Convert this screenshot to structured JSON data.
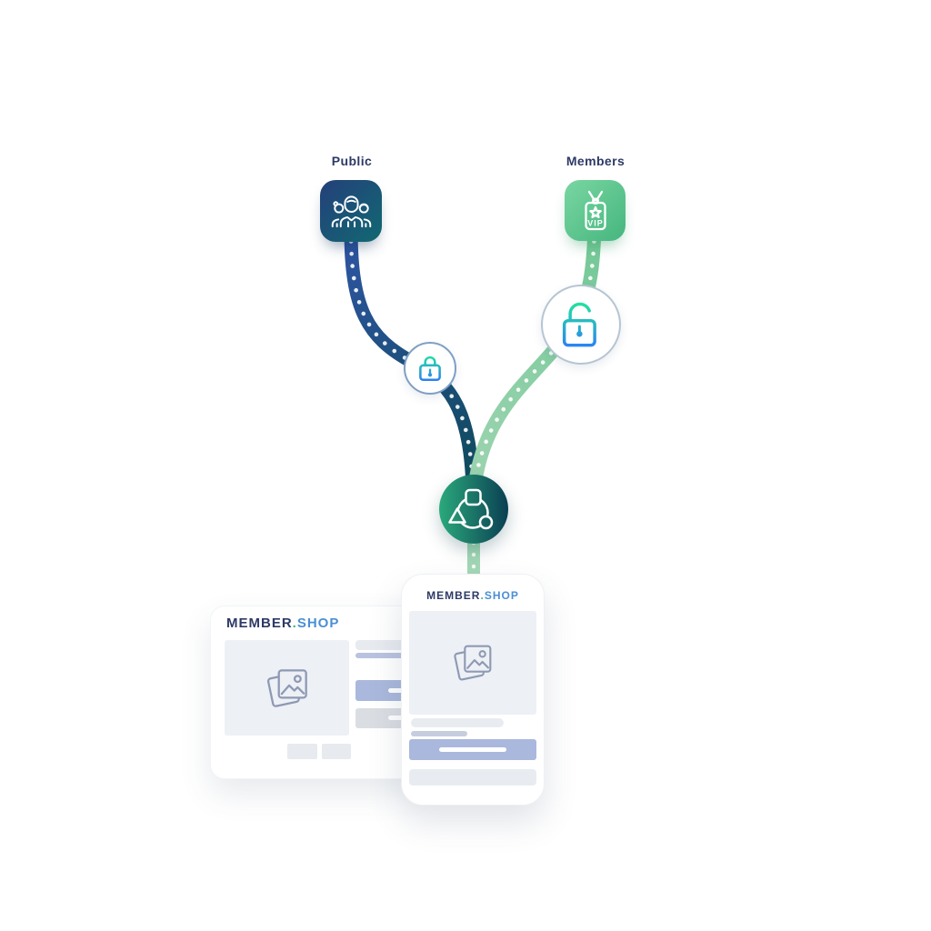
{
  "nodes": {
    "public": {
      "label": "Public",
      "icon": "people-group-icon"
    },
    "members": {
      "label": "Members",
      "icon": "vip-badge-icon",
      "badge_text": "VIP"
    }
  },
  "locks": {
    "public_path": {
      "icon": "lock-closed-icon",
      "state": "locked"
    },
    "members_path": {
      "icon": "lock-open-icon",
      "state": "unlocked"
    }
  },
  "hub": {
    "icon": "shapes-sort-icon"
  },
  "mockups": {
    "desktop": {
      "brand": {
        "primary": "MEMBER",
        "separator": ".",
        "secondary": "SHOP"
      }
    },
    "mobile": {
      "brand": {
        "primary": "MEMBER",
        "separator": ".",
        "secondary": "SHOP"
      }
    }
  },
  "colors": {
    "navy_text": "#2d3a66",
    "brand_blue": "#4a8fd4",
    "brand_green": "#3cb878",
    "public_path_start": "#2e55a2",
    "public_path_end": "#0f4a5c",
    "members_path_start": "#74c897",
    "members_path_end": "#a3d8b6",
    "lock_gradient_top": "#23e0a0",
    "lock_gradient_bottom": "#2b7ff0",
    "tile_public_start": "#24407a",
    "tile_public_end": "#116872",
    "tile_members_start": "#79d6a2",
    "tile_members_end": "#46b67e",
    "hub_start": "#2aa97b",
    "hub_end": "#0b3f53",
    "panel_gray": "#edf0f5",
    "button_periwinkle": "#a9b8dc"
  }
}
